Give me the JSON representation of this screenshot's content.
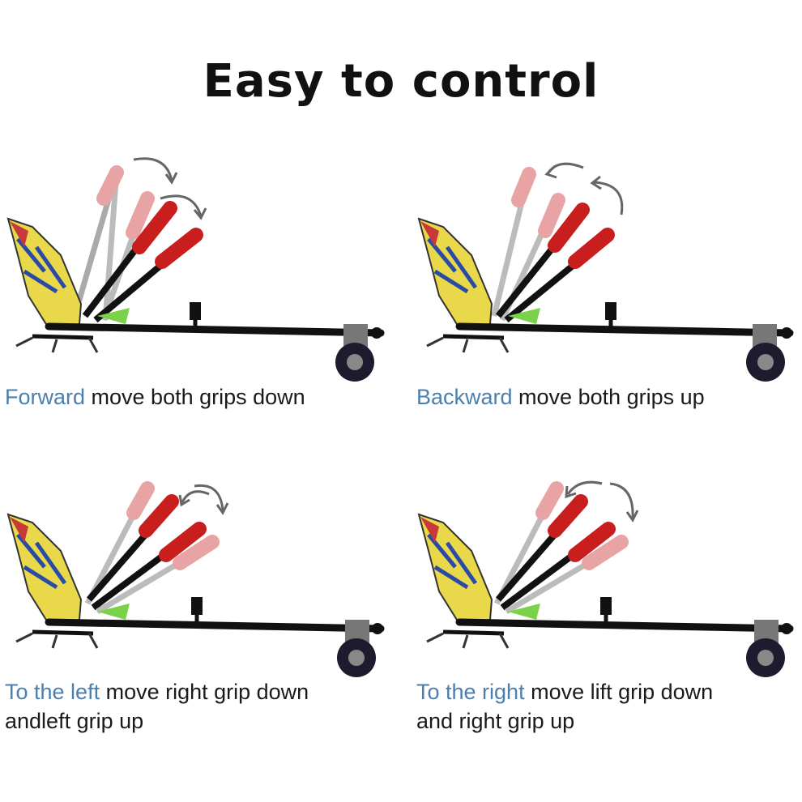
{
  "title": "Easy to control",
  "colors": {
    "accent_text": "#4a7fae",
    "grip_red": "#c81e1e",
    "grip_faded": "#e8a4a4",
    "frame": "#111111"
  },
  "panels": [
    {
      "id": "forward",
      "accent": "Forward",
      "line1_rest": " move both grips down",
      "line2": "",
      "arrow": "clockwise"
    },
    {
      "id": "backward",
      "accent": "Backward",
      "line1_rest": " move both grips up",
      "line2": "",
      "arrow": "counterclockwise"
    },
    {
      "id": "left",
      "accent": "To the left",
      "line1_rest": " move right grip down",
      "line2": "andleft grip up",
      "arrow": "clockwise"
    },
    {
      "id": "right",
      "accent": "To the right",
      "line1_rest": " move lift grip down",
      "line2": "and right grip up",
      "arrow": "counterclockwise"
    }
  ]
}
